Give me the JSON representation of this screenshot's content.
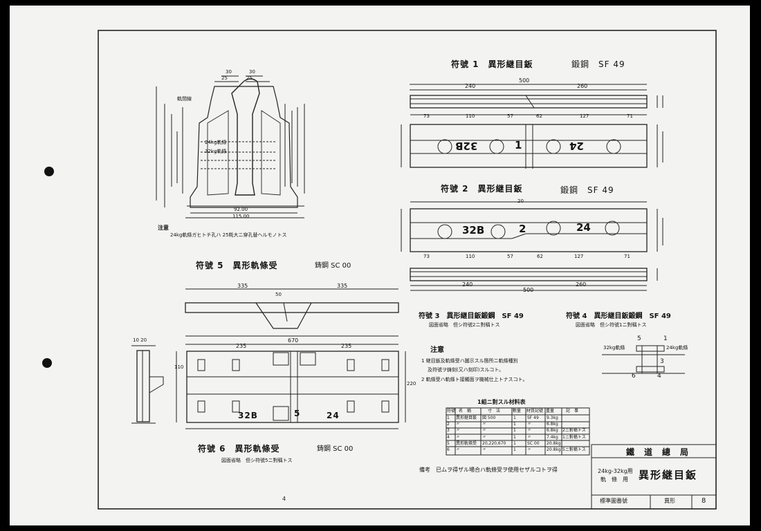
{
  "sheet": {
    "part1": {
      "title": "符號 1　異形継目鈑",
      "material": "鍛鋼　SF 49",
      "dims": {
        "w240": "240",
        "w500": "500",
        "w260": "260",
        "d73": "73",
        "d110": "110",
        "d57": "57",
        "d62": "62",
        "d127": "127",
        "d71": "71"
      },
      "marks": {
        "m1": "32B",
        "m2": "1",
        "m3": "24"
      }
    },
    "part2": {
      "title": "符號 2　異形継目鈑",
      "material": "鍛鋼　SF 49",
      "dims": {
        "w240": "240",
        "w500": "500",
        "w260": "260",
        "d73": "73",
        "d110": "110",
        "d57": "57",
        "d62": "62",
        "d127": "127",
        "d71": "71",
        "d20": "20"
      },
      "marks": {
        "m1": "32B",
        "m2": "2",
        "m3": "24"
      }
    },
    "part3": {
      "title": "符號 3　異形継目鈑鍛鋼　SF 49",
      "note": "図面省略　但シ符號2ニ對稱トス"
    },
    "part4": {
      "title": "符號 4　異形継目鈑鍛鋼　SF 49",
      "note": "図面省略　但シ符號1ニ對稱トス"
    },
    "part5": {
      "title": "符號 5　異形軌條受",
      "material": "鋳鋼 SC 00",
      "dims": {
        "d335a": "335",
        "d335b": "335",
        "d235a": "235",
        "d235b": "235",
        "d670": "670",
        "d50": "50",
        "d110": "110",
        "d220": "220",
        "d10_20": "10 20"
      },
      "marks": {
        "m1": "32B",
        "m2": "5",
        "m3": "24"
      }
    },
    "part6": {
      "title": "符號 6　異形軌條受",
      "material": "鋳鋼 SC 00",
      "note": "図面省略　但シ符號5ニ對稱トス"
    },
    "section": {
      "d30a": "30",
      "d30b": "30",
      "d25a": "25",
      "d25b": "25",
      "w92": "92.00",
      "w115": "115.00",
      "label_rail": "軌間線",
      "label_a": "24kg軌條",
      "label_b": "32kg軌條"
    },
    "notes_top": {
      "heading": "注意",
      "line1": "24kg軌條ガヒトチ孔ハ 25粍大ニ穿孔替ヘルモノトス"
    },
    "notes": {
      "heading": "注意",
      "line1": "1 継目鈑及軌條受ハ圖示スル箇所ニ軌條種別",
      "line2": "及符號ヲ鋳刻(又ハ刻印)スルコト。",
      "line3": "2 軌條受ハ軌條ト接觸面ヲ機械仕上トナスコト。"
    },
    "small_diagram": {
      "lab1": "5",
      "lab2": "1",
      "lab3": "3",
      "lab4": "4",
      "lab5": "6",
      "left": "32kg軌條",
      "right": "24kg軌條"
    },
    "table": {
      "title": "1組ニ對スル材料表",
      "headers": [
        "符號",
        "名　稱",
        "寸　法",
        "數量",
        "材質記號",
        "重量",
        "記　事"
      ],
      "rows": [
        [
          "1",
          "異形継目鈑",
          "図",
          "500",
          "1",
          "SF 49",
          "9.3kg",
          ""
        ],
        [
          "2",
          "〃",
          "",
          "〃",
          "1",
          "〃",
          "6.8kg",
          ""
        ],
        [
          "3",
          "〃",
          "",
          "〃",
          "1",
          "〃",
          "6.8kg",
          "2ニ對稱トス"
        ],
        [
          "4",
          "〃",
          "",
          "〃",
          "1",
          "〃",
          "7.4kg",
          "1ニ對稱トス"
        ],
        [
          "5",
          "異形軌條受",
          "20,220,670",
          "",
          "1",
          "SC 00",
          "20.8kg",
          ""
        ],
        [
          "6",
          "〃",
          "〃",
          "",
          "1",
          "〃",
          "20.8kg",
          "5ニ對稱トス"
        ]
      ]
    },
    "remark": "備考　已ムヲ得ザル場合ハ軌條受ヲ使用セザルコトヲ得",
    "titleblock": {
      "org": "鐵　道　總　局",
      "sub1": "24kg-32kg用",
      "sub2": "軌　條　用",
      "name": "異形継目鈑",
      "std": "標準圖番號",
      "kind": "異形",
      "num": "8"
    },
    "page_mark": "4"
  }
}
